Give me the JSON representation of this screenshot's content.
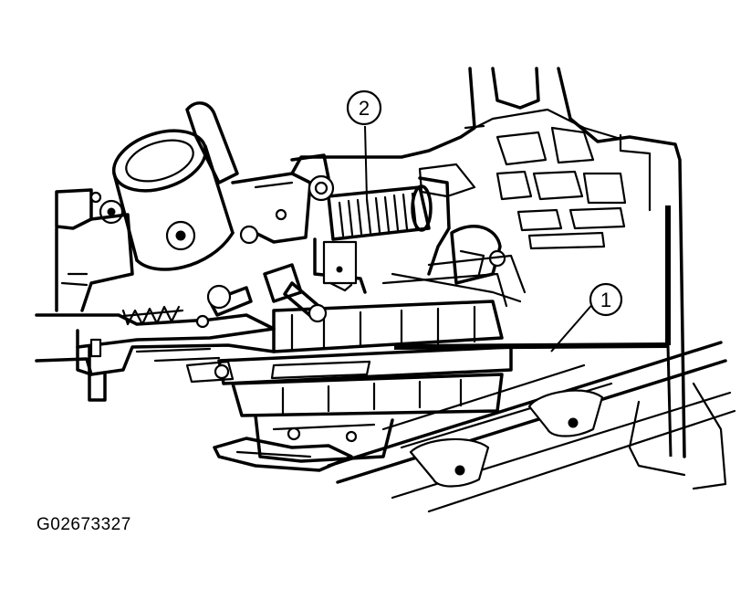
{
  "figure_id": "G02673327",
  "callouts": [
    {
      "label": "1"
    },
    {
      "label": "2"
    }
  ],
  "colors": {
    "line": "#000000",
    "background": "#ffffff"
  }
}
